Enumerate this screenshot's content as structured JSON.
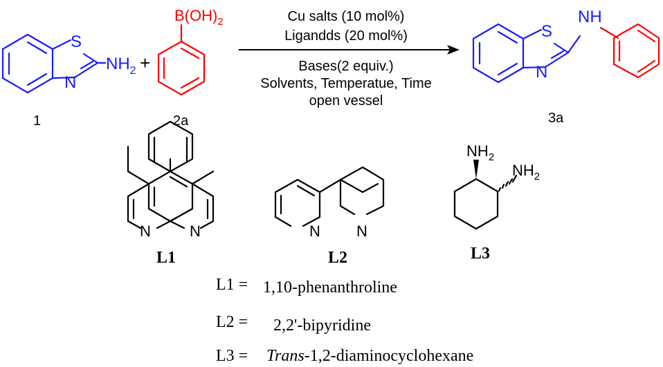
{
  "reaction": {
    "reactant1": {
      "s": "S",
      "n": "N",
      "nh2": "NH",
      "nh2_sub": "2",
      "label": "1"
    },
    "plus": "+",
    "reactant2": {
      "boronic": "B(OH)",
      "boronic_sub": "2",
      "label": "2a"
    },
    "conditions_above": [
      "Cu salts (10 mol%)",
      "Ligandds (20 mol%)"
    ],
    "conditions_below": [
      "Bases(2 equiv.)",
      "Solvents, Temperatue, Time",
      "open vessel"
    ],
    "product": {
      "s": "S",
      "n": "N",
      "nh": "NH",
      "label": "3a"
    }
  },
  "ligands": {
    "L1": {
      "label": "L1",
      "n1": "N",
      "n2": "N"
    },
    "L2": {
      "label": "L2",
      "n1": "N",
      "n2": "N"
    },
    "L3": {
      "label": "L3",
      "nh2_a": "NH",
      "nh2_a_sub": "2",
      "nh2_b": "NH",
      "nh2_b_sub": "2"
    }
  },
  "legend": [
    {
      "key": "L1 =",
      "name": "1,10-phenanthroline",
      "italic": ""
    },
    {
      "key": "L2 =",
      "name": "2,2'-bipyridine",
      "italic": ""
    },
    {
      "key": "L3 =",
      "name": "-1,2-diaminocyclohexane",
      "italic": "Trans"
    }
  ],
  "colors": {
    "reactant_blue": "#1a1aff",
    "reagent_red": "#ff0000",
    "ink": "#000000"
  }
}
